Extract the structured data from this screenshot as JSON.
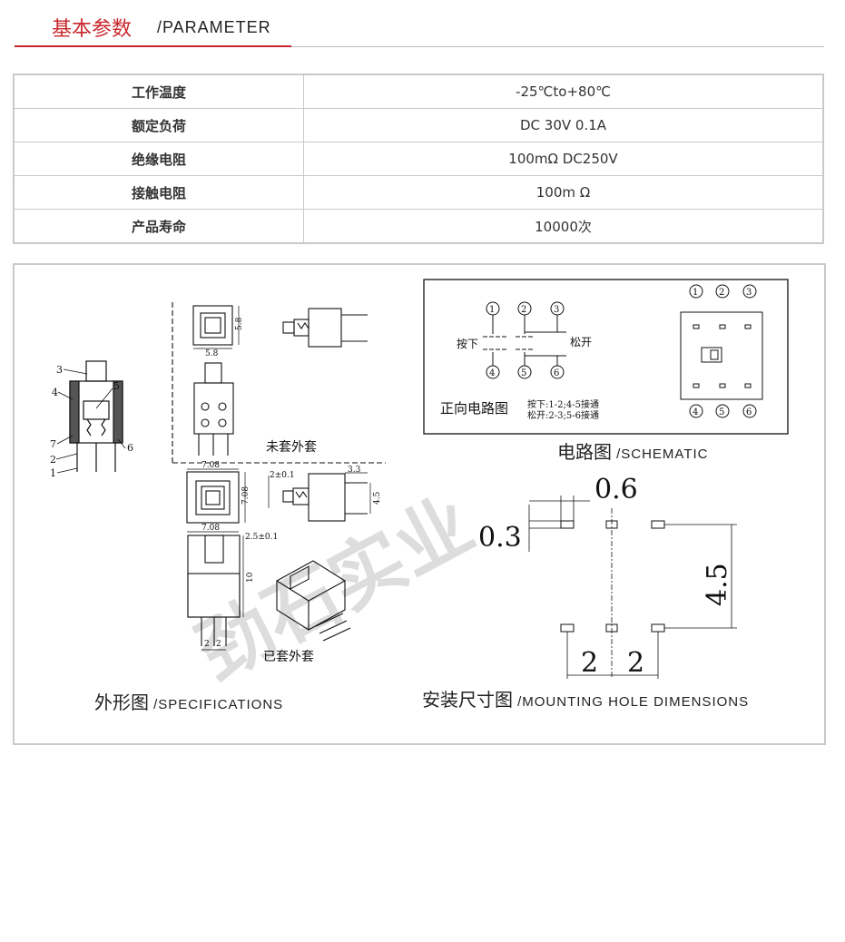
{
  "header": {
    "title_cn": "基本参数",
    "title_en": "/PARAMETER"
  },
  "params": [
    {
      "label": "工作温度",
      "value": "-25℃to+80℃"
    },
    {
      "label": "额定负荷",
      "value": "DC 30V 0.1A"
    },
    {
      "label": "绝缘电阻",
      "value": "100mΩ  DC250V"
    },
    {
      "label": "接触电阻",
      "value": "100m Ω"
    },
    {
      "label": "产品寿命",
      "value": "10000次"
    }
  ],
  "specs": {
    "caption_cn": "外形图",
    "caption_en": "/SPECIFICATIONS",
    "part_numbers": [
      "3",
      "4",
      "5",
      "7",
      "2",
      "6",
      "1"
    ],
    "uncovered_label": "未套外套",
    "covered_label": "已套外套",
    "dims": {
      "w58": "5.8",
      "h58": "5.8",
      "w708": "7.08",
      "h708": "7.08",
      "w708b": "7.08",
      "tol1": "2±0.1",
      "tol2": "2.5±0.1",
      "d33": "3.3",
      "d45": "4.5",
      "d10": "10",
      "pitch1": "2",
      "pitch2": "2"
    }
  },
  "schematic": {
    "caption_cn": "电路图",
    "caption_en": "/SCHEMATIC",
    "title": "正向电路图",
    "press_label": "按下",
    "release_label": "松开",
    "note_press": "按下:1-2;4-5接通",
    "note_release": "松开:2-3;5-6接通",
    "pins_top": [
      "1",
      "2",
      "3"
    ],
    "pins_bottom": [
      "4",
      "5",
      "6"
    ]
  },
  "mounting": {
    "caption_cn": "安装尺寸图",
    "caption_en": "/MOUNTING HOLE DIMENSIONS",
    "dim_06": "0.6",
    "dim_03": "0.3",
    "dim_45": "4.5",
    "dim_2a": "2",
    "dim_2b": "2"
  },
  "watermark": "劲石实业"
}
